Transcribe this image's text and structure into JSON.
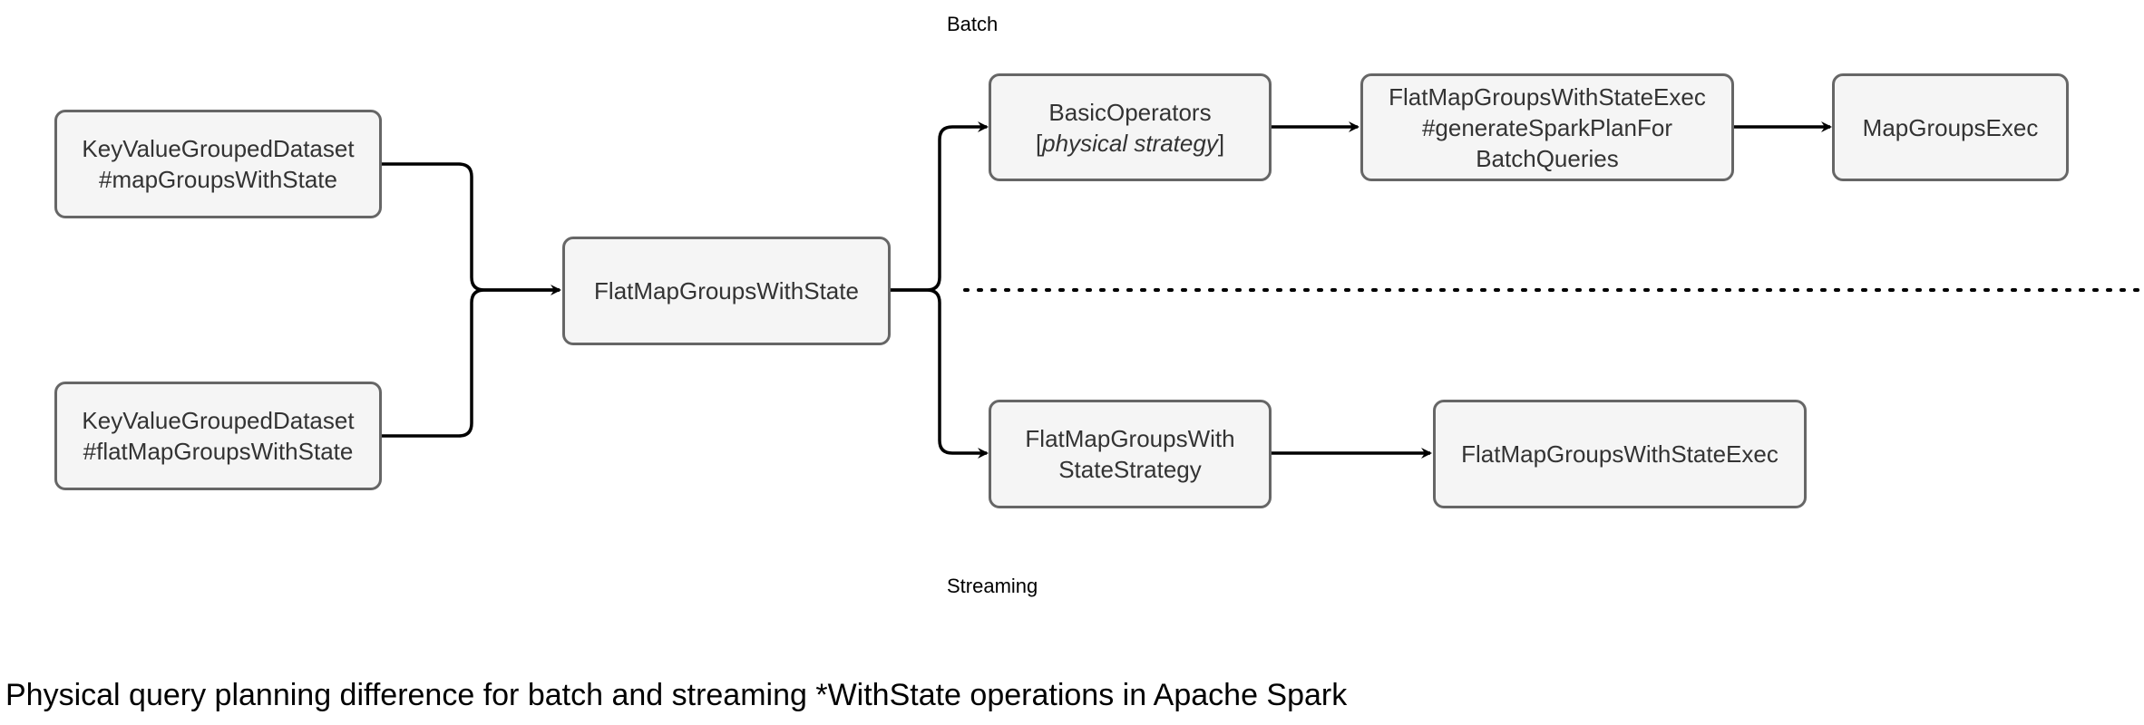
{
  "labels": {
    "batch": "Batch",
    "streaming": "Streaming"
  },
  "nodes": {
    "kvgd_map": {
      "line1": "KeyValueGroupedDataset",
      "line2": "#mapGroupsWithState"
    },
    "kvgd_flatmap": {
      "line1": "KeyValueGroupedDataset",
      "line2": "#flatMapGroupsWithState"
    },
    "flatmap_gws": {
      "line1": "FlatMapGroupsWithState"
    },
    "basic_ops": {
      "line1": "BasicOperators",
      "line2_pre": "[",
      "line2_em": "physical strategy",
      "line2_post": "]"
    },
    "fmgws_exec_batch": {
      "line1": "FlatMapGroupsWithStateExec",
      "line2": "#generateSparkPlanFor",
      "line3": "BatchQueries"
    },
    "map_groups_exec": {
      "line1": "MapGroupsExec"
    },
    "fmgws_strategy": {
      "line1": "FlatMapGroupsWith",
      "line2": "StateStrategy"
    },
    "fmgws_exec_stream": {
      "line1": "FlatMapGroupsWithStateExec"
    }
  },
  "caption": "Physical query planning difference for batch and streaming *WithState operations in Apache Spark"
}
